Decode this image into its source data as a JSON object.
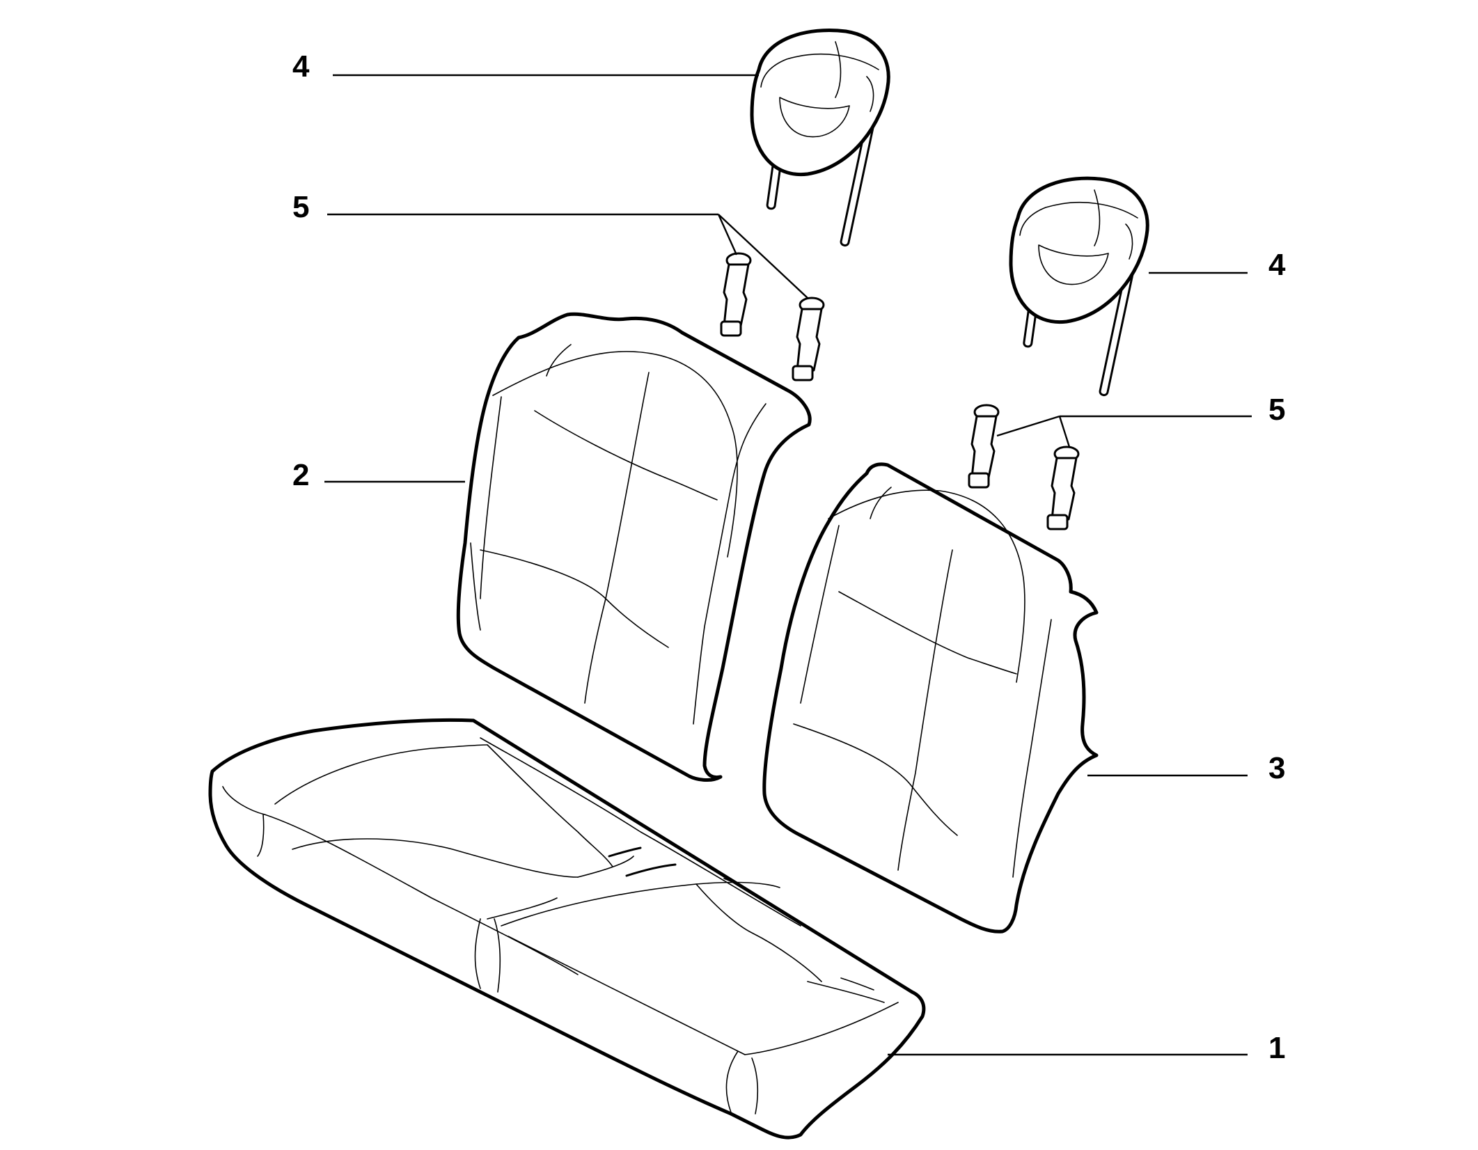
{
  "diagram": {
    "callouts": [
      {
        "id": "headrest-left",
        "label": "4"
      },
      {
        "id": "headrest-right",
        "label": "4"
      },
      {
        "id": "guides-left",
        "label": "5"
      },
      {
        "id": "guides-right",
        "label": "5"
      },
      {
        "id": "backrest-left",
        "label": "2"
      },
      {
        "id": "backrest-right",
        "label": "3"
      },
      {
        "id": "seat-cushion",
        "label": "1"
      }
    ],
    "colors": {
      "line": "#000000",
      "background": "#ffffff"
    }
  }
}
